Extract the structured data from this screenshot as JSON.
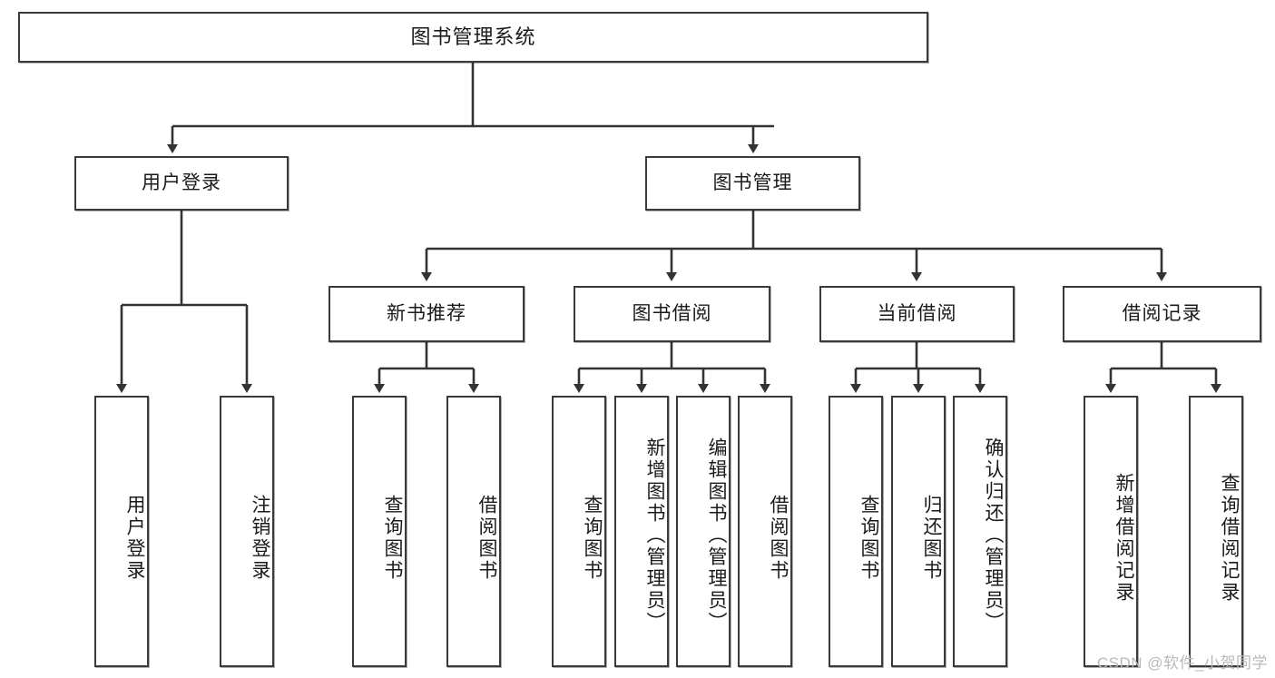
{
  "diagram": {
    "title": "图书管理系统",
    "watermark": "CSDN @软件_小贺同学",
    "colors": {
      "box_border": "#3a3a3a",
      "box_fill": "#ffffff",
      "connector": "#333333",
      "text": "#1a1a1a",
      "watermark": "#b9b9b9"
    },
    "levels": {
      "root": "图书管理系统",
      "level2": [
        "用户登录",
        "图书管理"
      ],
      "level3": [
        "新书推荐",
        "图书借阅",
        "当前借阅",
        "借阅记录"
      ]
    },
    "nodes": {
      "root": {
        "label": "图书管理系统"
      },
      "user_login": {
        "label": "用户登录"
      },
      "book_manage": {
        "label": "图书管理"
      },
      "new_book_rec": {
        "label": "新书推荐"
      },
      "book_borrow": {
        "label": "图书借阅"
      },
      "current_borrow": {
        "label": "当前借阅"
      },
      "borrow_record": {
        "label": "借阅记录"
      },
      "leaf_user_login": {
        "label": "用户登录"
      },
      "leaf_logout": {
        "label": "注销登录"
      },
      "leaf_query_book_1": {
        "label": "查询图书"
      },
      "leaf_borrow_book_1": {
        "label": "借阅图书"
      },
      "leaf_query_book_2": {
        "label": "查询图书"
      },
      "leaf_add_book": {
        "label": "新增图书（管理员）"
      },
      "leaf_edit_book": {
        "label": "编辑图书（管理员）"
      },
      "leaf_borrow_book_2": {
        "label": "借阅图书"
      },
      "leaf_query_book_3": {
        "label": "查询图书"
      },
      "leaf_return_book": {
        "label": "归还图书"
      },
      "leaf_confirm_return": {
        "label": "确认归还（管理员）"
      },
      "leaf_add_record": {
        "label": "新增借阅记录"
      },
      "leaf_query_record": {
        "label": "查询借阅记录"
      }
    }
  }
}
